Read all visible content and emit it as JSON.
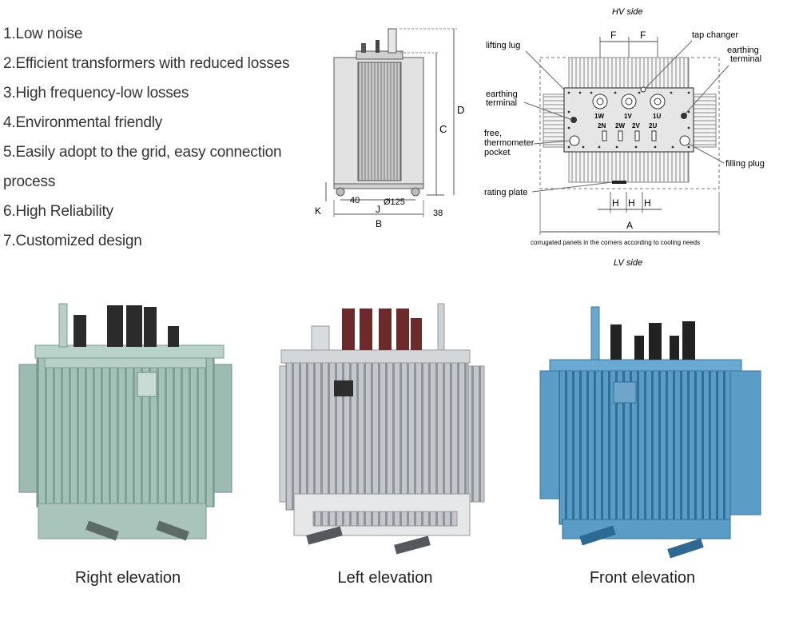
{
  "features": [
    "1.Low noise",
    "2.Efficient transformers with reduced losses",
    "3.High frequency-low losses",
    "4.Environmental friendly",
    "5.Easily adopt to the grid, easy connection",
    "process",
    "6.High Reliability",
    "7.Customized design"
  ],
  "side_view": {
    "dim_d": "D",
    "dim_c": "C",
    "dim_k": "K",
    "dim_40": "40",
    "dim_j": "J",
    "dim_wheel": "Ø125",
    "dim_38": "38",
    "dim_b": "B"
  },
  "top_view": {
    "hv_side": "HV side",
    "lv_side": "LV side",
    "dim_f1": "F",
    "dim_f2": "F",
    "lifting_lug": "lifting lug",
    "tap_changer": "tap changer",
    "earthing_terminal_right_1": "earthing",
    "earthing_terminal_right_2": "terminal",
    "earthing_terminal_left_1": "earthing",
    "earthing_terminal_left_2": "terminal",
    "pocket_1": "free,",
    "pocket_2": "thermometer",
    "pocket_3": "pocket",
    "filling_plug": "filling plug",
    "rating_plate": "rating plate",
    "hv_1w": "1W",
    "hv_1v": "1V",
    "hv_1u": "1U",
    "lv_2n": "2N",
    "lv_2w": "2W",
    "lv_2v": "2V",
    "lv_2u": "2U",
    "dim_h1": "H",
    "dim_h2": "H",
    "dim_h3": "H",
    "dim_a": "A",
    "note": "corrugated panels in the corners according to cooling needs"
  },
  "captions": {
    "right": "Right elevation",
    "left": "Left elevation",
    "front": "Front elevation"
  },
  "colors": {
    "unit_right": "#a9c7bd",
    "unit_left": "#c9ccd0",
    "unit_front": "#5c9fc8"
  }
}
